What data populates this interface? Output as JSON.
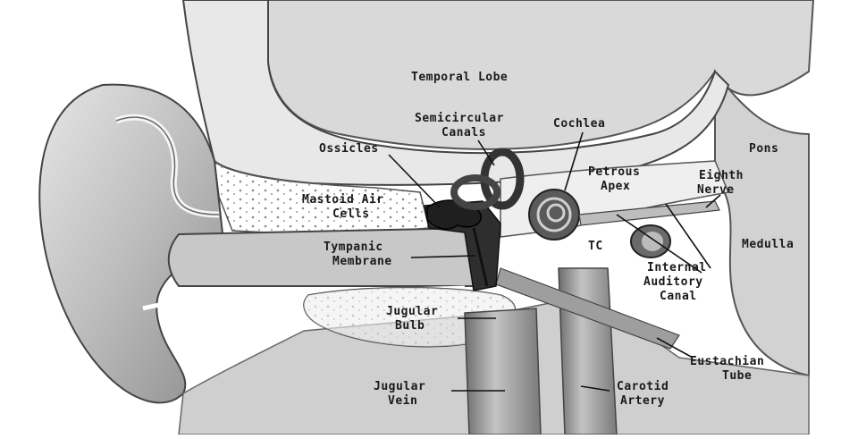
{
  "diagram": {
    "labels": {
      "temporal_lobe": "Temporal Lobe",
      "semicircular_1": "Semicircular",
      "semicircular_2": "Canals",
      "cochlea": "Cochlea",
      "pons": "Pons",
      "ossicles": "Ossicles",
      "petrous_1": "Petrous",
      "petrous_2": "Apex",
      "eighth_1": "Eighth",
      "eighth_2": "Nerve",
      "mastoid_1": "Mastoid Air",
      "mastoid_2": "Cells",
      "tympanic_1": "Tympanic",
      "tympanic_2": "Membrane",
      "tc": "TC",
      "medulla": "Medulla",
      "iac_1": "Internal",
      "iac_2": "Auditory",
      "iac_3": "Canal",
      "jugular_bulb_1": "Jugular",
      "jugular_bulb_2": "Bulb",
      "eustachian_1": "Eustachian",
      "eustachian_2": "Tube",
      "jugular_vein_1": "Jugular",
      "jugular_vein_2": "Vein",
      "carotid_1": "Carotid",
      "carotid_2": "Artery"
    },
    "colors": {
      "background": "#ffffff",
      "tissue": "#cfcfcf",
      "bone": "#ebebeb",
      "dark": "#3a3a3a",
      "ink": "#1a1a1a"
    }
  }
}
